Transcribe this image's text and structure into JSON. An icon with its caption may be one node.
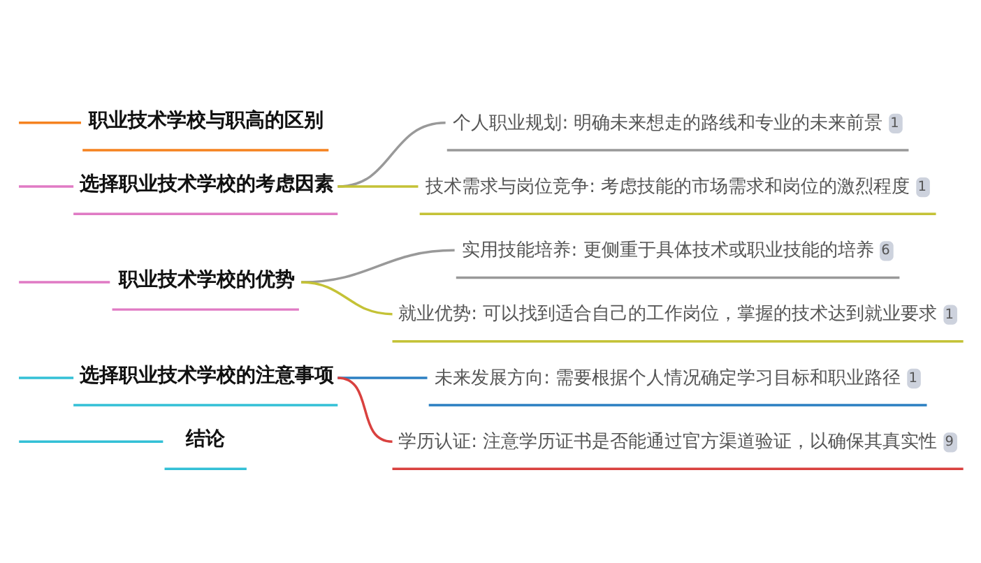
{
  "diagram": {
    "nodes": [
      {
        "text": [
          "职业技术学校与职高的区别"
        ]
      },
      {
        "text": [
          "选择职业技术学校的考虑因素"
        ]
      },
      {
        "text": [
          "职业技术学校的优势"
        ]
      },
      {
        "text": [
          "选择职业技术学校的注意事项"
        ]
      },
      {
        "text": [
          "结论"
        ]
      },
      {
        "text": [
          "个人职业规划: 明确未来想走的路线和专业的未来前景",
          "1"
        ]
      },
      {
        "text": [
          "技术需求与岗位竞争: 考虑技能的市场需求和岗位的激烈程度",
          "1"
        ]
      },
      {
        "text": [
          "实用技能培养: 更侧重于具体技术或职业技能的培养",
          "6"
        ]
      },
      {
        "text": [
          "就业优势: 可以找到适合自己的工作岗位，掌握的技术达到就业要求",
          "1"
        ]
      },
      {
        "text": [
          "未来发展方向: 需要根据个人情况确定学习目标和职业路径",
          "1"
        ]
      },
      {
        "text": [
          "学历认证: 注意学历证书是否能通过官方渠道验证，以确保其真实性",
          "9"
        ]
      }
    ],
    "edges": [
      {
        "from": null,
        "to": 0,
        "arrow": "none",
        "color": "#f5821f"
      },
      {
        "from": null,
        "to": 1,
        "arrow": "none",
        "color": "#e07ac4"
      },
      {
        "from": null,
        "to": 2,
        "arrow": "none",
        "color": "#e07ac4"
      },
      {
        "from": null,
        "to": 3,
        "arrow": "none",
        "color": "#33c0d6"
      },
      {
        "from": null,
        "to": 4,
        "arrow": "none",
        "color": "#33c0d6"
      },
      {
        "from": 1,
        "to": 5,
        "arrow": "none",
        "color": "#999999"
      },
      {
        "from": 1,
        "to": 6,
        "arrow": "none",
        "color": "#c4c236"
      },
      {
        "from": 2,
        "to": 7,
        "arrow": "none",
        "color": "#999999"
      },
      {
        "from": 2,
        "to": 8,
        "arrow": "none",
        "color": "#c4c236"
      },
      {
        "from": 3,
        "to": 9,
        "arrow": "none",
        "color": "#2b7fc2"
      },
      {
        "from": 3,
        "to": 10,
        "arrow": "none",
        "color": "#d9413f"
      }
    ]
  }
}
